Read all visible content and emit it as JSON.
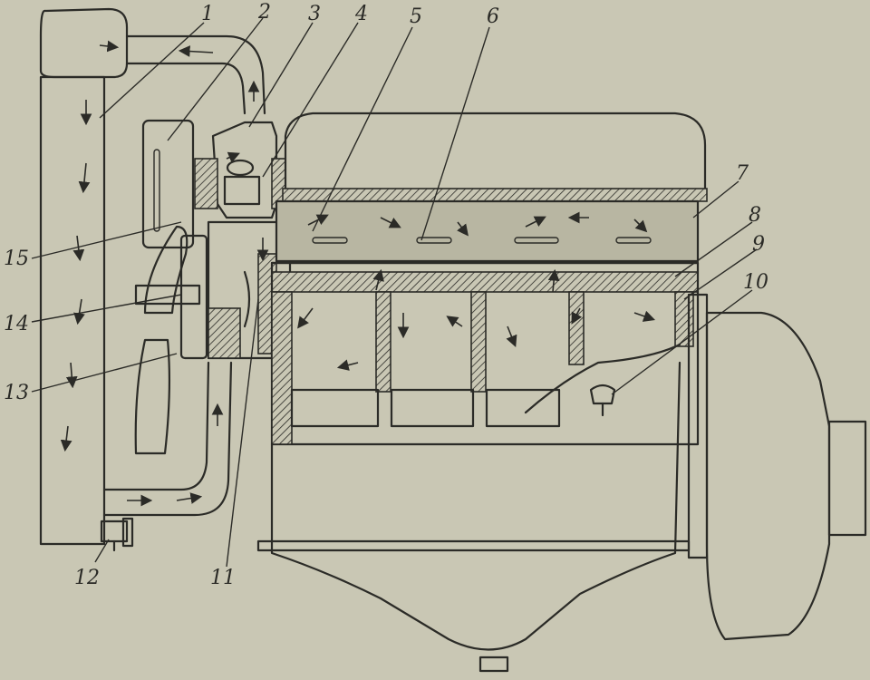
{
  "diagram": {
    "background_color": "#c9c7b4",
    "ink_color": "#2b2b27",
    "callouts": [
      {
        "id": "1",
        "text": "1"
      },
      {
        "id": "2",
        "text": "2"
      },
      {
        "id": "3",
        "text": "3"
      },
      {
        "id": "4",
        "text": "4"
      },
      {
        "id": "5",
        "text": "5"
      },
      {
        "id": "6",
        "text": "6"
      },
      {
        "id": "7",
        "text": "7"
      },
      {
        "id": "8",
        "text": "8"
      },
      {
        "id": "9",
        "text": "9"
      },
      {
        "id": "10",
        "text": "10"
      },
      {
        "id": "11",
        "text": "11"
      },
      {
        "id": "12",
        "text": "12"
      },
      {
        "id": "13",
        "text": "13"
      },
      {
        "id": "14",
        "text": "14"
      },
      {
        "id": "15",
        "text": "15"
      }
    ]
  }
}
